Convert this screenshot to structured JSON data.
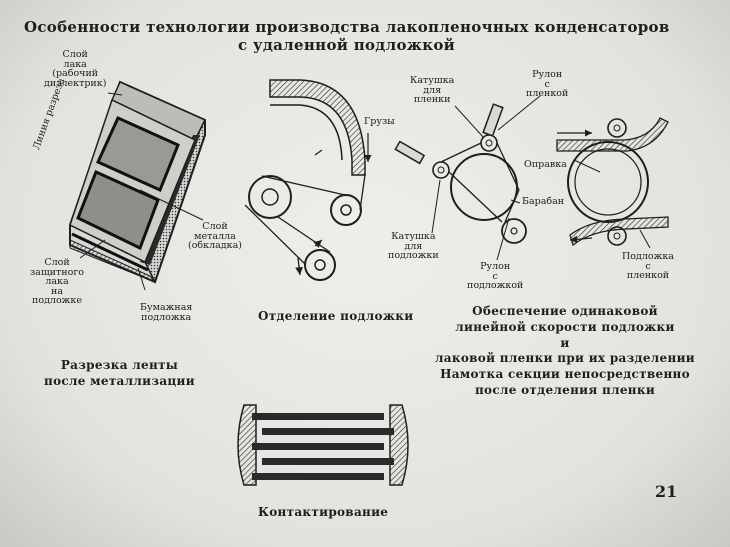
{
  "title": {
    "line1": "Особенности технологии производства лакопленочных конденсаторов",
    "line2": "с удаленной подложкой"
  },
  "section_cut": {
    "label_lacquer": [
      "Слой",
      "лака",
      "(рабочий",
      "диэлектрик)"
    ],
    "label_cutline": "Линия разреза",
    "label_metal": [
      "Слой",
      "металла",
      "(обкладка)"
    ],
    "label_protective": [
      "Слой",
      "защитного",
      "лака",
      "на",
      "подложке"
    ],
    "label_paper": [
      "Бумажная",
      "подложка"
    ],
    "caption": [
      "Разрезка ленты",
      "после металлизации"
    ]
  },
  "section_separation": {
    "label_weights": "Грузы",
    "caption": "Отделение подложки"
  },
  "section_speed": {
    "label_film_coil": [
      "Катушка",
      "для",
      "пленки"
    ],
    "label_roll_film": [
      "Рулон",
      "с",
      "пленкой"
    ],
    "label_mandrel": "Оправка",
    "label_drum": "Барабан",
    "label_substrate_coil": [
      "Катушка",
      "для",
      "подложки"
    ],
    "label_roll_substrate": [
      "Рулон",
      "с",
      "подложкой"
    ],
    "label_substrate_film": [
      "Подложка",
      "с",
      "пленкой"
    ],
    "caption": [
      "Обеспечение одинаковой",
      "линейной скорости подложки",
      "и",
      "лаковой пленки при их разделении",
      "Намотка секции непосредственно",
      "после отделения пленки"
    ]
  },
  "section_contact": {
    "caption": "Контактирование"
  },
  "page_number": "21",
  "colors": {
    "ink": "#1e1e1e",
    "paper": "#e6e6e2",
    "hatch": "#555555"
  }
}
